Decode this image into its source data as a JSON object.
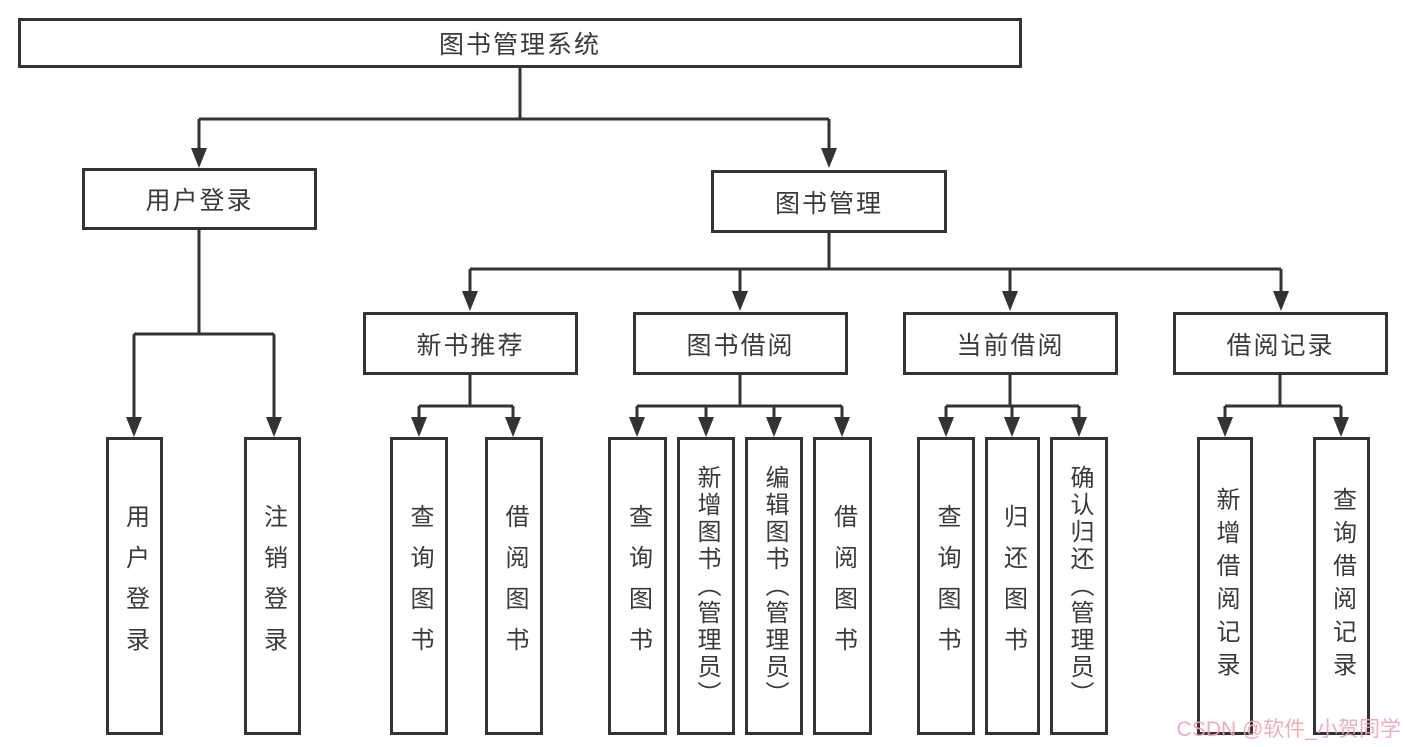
{
  "diagram": {
    "root": {
      "label": "图书管理系统"
    },
    "branches": [
      {
        "label": "用户登录",
        "leaves": [
          "用户登录",
          "注销登录"
        ]
      },
      {
        "label": "图书管理",
        "groups": [
          {
            "label": "新书推荐",
            "leaves": [
              "查询图书",
              "借阅图书"
            ]
          },
          {
            "label": "图书借阅",
            "leaves": [
              "查询图书",
              "新增图书（管理员）",
              "编辑图书（管理员）",
              "借阅图书"
            ]
          },
          {
            "label": "当前借阅",
            "leaves": [
              "查询图书",
              "归还图书",
              "确认归还（管理员）"
            ]
          },
          {
            "label": "借阅记录",
            "leaves": [
              "新增借阅记录",
              "查询借阅记录"
            ]
          }
        ]
      }
    ],
    "watermark": "CSDN @软件_小贺同学",
    "colors": {
      "line": "#333333",
      "text": "#3a3a3a",
      "watermark": "#f2a6b0"
    }
  }
}
